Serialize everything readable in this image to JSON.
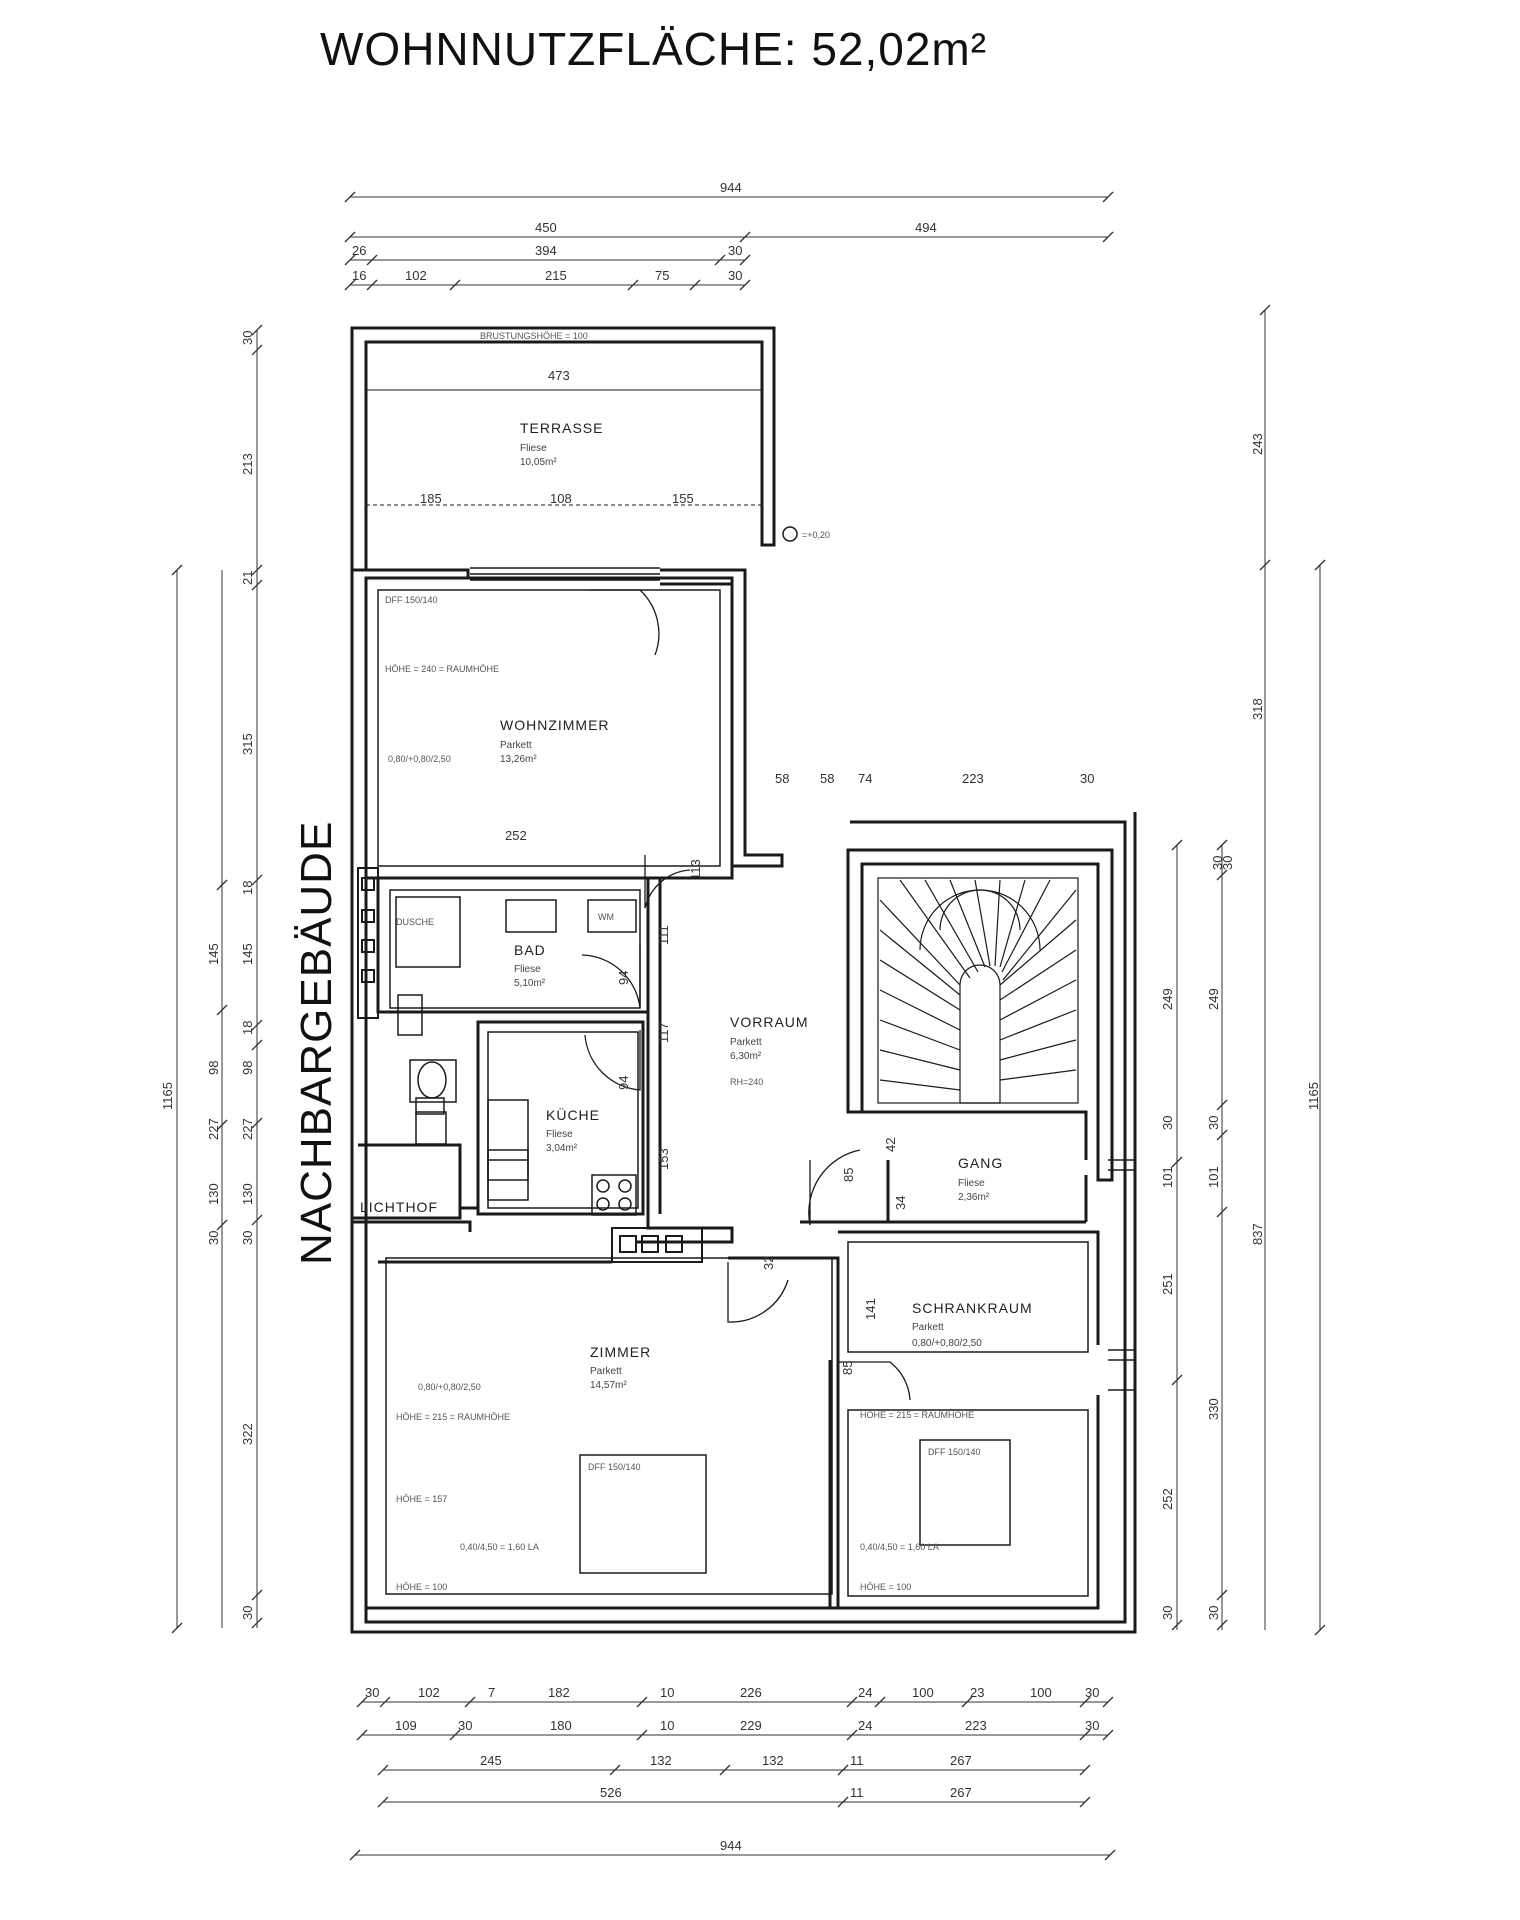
{
  "title": "WOHNNUTZFLÄCHE: 52,02m²",
  "neighbor_label": "NACHBARGEBÄUDE",
  "rooms": {
    "terrasse": {
      "name": "TERRASSE",
      "material": "Fliese",
      "area": "10,05m²"
    },
    "wohnzimmer": {
      "name": "WOHNZIMMER",
      "material": "Parkett",
      "area": "13,26m²"
    },
    "bad": {
      "name": "BAD",
      "material": "Fliese",
      "area": "5,10m²"
    },
    "vorraum": {
      "name": "VORRAUM",
      "material": "Parkett",
      "area": "6,30m²"
    },
    "kueche": {
      "name": "KÜCHE",
      "material": "Fliese",
      "area": "3,04m²"
    },
    "gang": {
      "name": "GANG",
      "material": "Fliese",
      "area": "2,36m²"
    },
    "lichthof": {
      "name": "LICHTHOF"
    },
    "zimmer": {
      "name": "ZIMMER",
      "material": "Parkett",
      "area": "14,57m²"
    },
    "schrankraum": {
      "name": "SCHRANKRAUM",
      "material": "Parkett",
      "area": "",
      "note": "0,80/+0,80/2,50"
    }
  },
  "notes": {
    "brust_hoehe": "BRUSTUNGSHÖHE = 100",
    "hoehe_240": "HÖHE = 240 = RAUMHÖHE",
    "hoehe_215": "HÖHE = 215 = RAUMHÖHE",
    "hoehe_sr": "HÖHE = 215 = RAUMHÖHE",
    "hoehe_157": "HÖHE = 157",
    "hoehe_100": "HÖHE = 100",
    "hoehe_sr_low": "HÖHE = 100",
    "dusche": "DUSCHE",
    "wm": "WM",
    "rh": "RH=240",
    "wohnz_window": "0,80/+0,80/2,50",
    "zimmer_window": "0,80/+0,80/2,50",
    "zimmer_window2": "0,40/4,50 = 1,60 LA",
    "sr_window": "0,40/4,50 = 1,60 LA",
    "dachflaechen": "DFF 150/140",
    "terrasse_mark": "=+0,20"
  },
  "dimensions": {
    "top": [
      "944",
      "450",
      "494",
      "26",
      "394",
      "30",
      "16",
      "102",
      "215",
      "75",
      "30"
    ],
    "terrasse_inner": [
      "473",
      "185",
      "108",
      "155"
    ],
    "mid": [
      "58",
      "58",
      "74",
      "223",
      "30"
    ],
    "wohnz_w": "252",
    "bottom": [
      "30",
      "102",
      "7",
      "182",
      "10",
      "226",
      "24",
      "100",
      "23",
      "100",
      "30",
      "109",
      "30",
      "180",
      "10",
      "229",
      "24",
      "223",
      "30",
      "245",
      "132",
      "132",
      "11",
      "267",
      "526",
      "11",
      "267",
      "944"
    ],
    "left": [
      "30",
      "213",
      "21",
      "315",
      "18",
      "145",
      "145",
      "18",
      "98",
      "98",
      "227",
      "227",
      "130",
      "130",
      "30",
      "30",
      "322",
      "1165",
      "30"
    ],
    "right": [
      "30",
      "243",
      "318",
      "30",
      "249",
      "249",
      "30",
      "30",
      "101",
      "101",
      "251",
      "330",
      "837",
      "1165",
      "252",
      "30",
      "30"
    ],
    "inner": [
      "111",
      "117",
      "153",
      "113",
      "94",
      "94",
      "141",
      "42",
      "85",
      "32",
      "34",
      "85"
    ]
  }
}
